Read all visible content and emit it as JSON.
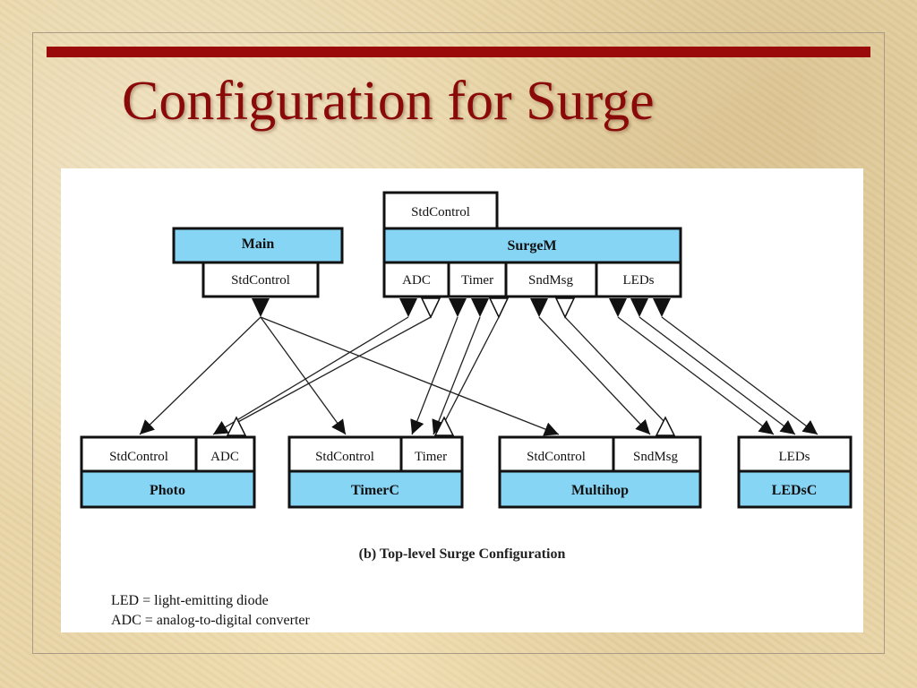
{
  "slide": {
    "title": "Configuration for Surge",
    "colors": {
      "title": "#8a0a0a",
      "rule": "#9b0a0a",
      "component_fill": "#87d5f5",
      "interface_fill": "#ffffff"
    }
  },
  "diagram": {
    "components": {
      "surgem": {
        "name": "SurgeM",
        "provides": [
          "StdControl"
        ],
        "uses": [
          "ADC",
          "Timer",
          "SndMsg",
          "LEDs"
        ]
      },
      "main": {
        "name": "Main",
        "uses": [
          "StdControl"
        ]
      },
      "photo": {
        "name": "Photo",
        "provides": [
          "StdControl",
          "ADC"
        ]
      },
      "timerc": {
        "name": "TimerC",
        "provides": [
          "StdControl",
          "Timer"
        ]
      },
      "multihop": {
        "name": "Multihop",
        "provides": [
          "StdControl",
          "SndMsg"
        ]
      },
      "ledsc": {
        "name": "LEDsC",
        "provides": [
          "LEDs"
        ]
      }
    },
    "caption": "(b) Top-level Surge Configuration",
    "legend": [
      "LED = light-emitting diode",
      "ADC = analog-to-digital converter"
    ]
  }
}
